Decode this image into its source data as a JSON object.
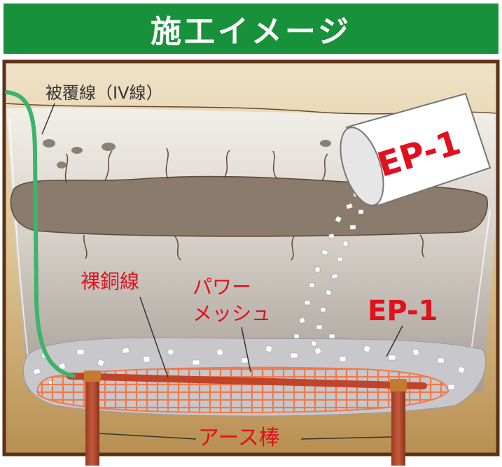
{
  "title": "施工イメージ",
  "labels": {
    "covered_wire": "被覆線（IV線）",
    "bag": "EP-1",
    "bare_copper": "裸銅線",
    "power_mesh_1": "パワー",
    "power_mesh_2": "メッシュ",
    "ep1": "EP-1",
    "earth_rod": "アース棒"
  },
  "colors": {
    "title_bg": "#17923a",
    "label_red": "#e0101c",
    "wire_green": "#3db36b",
    "copper": "#c0442a",
    "mesh": "#f07a4a",
    "frame": "#5c3216"
  }
}
